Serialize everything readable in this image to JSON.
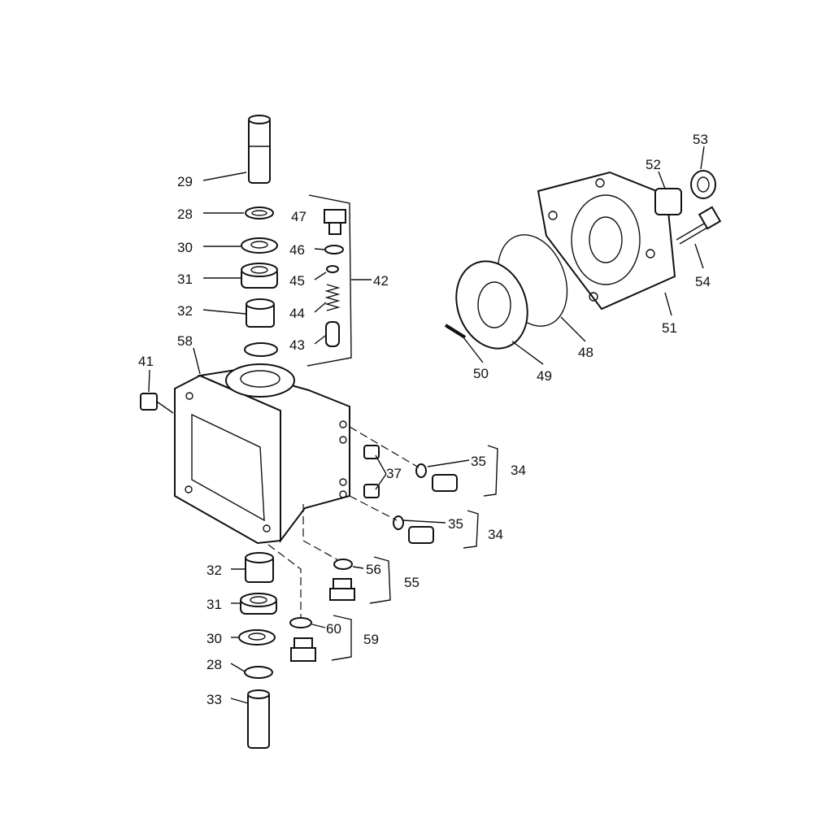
{
  "diagram": {
    "type": "exploded-parts-diagram",
    "callouts": [
      "29",
      "28",
      "30",
      "31",
      "32",
      "47",
      "46",
      "45",
      "44",
      "43",
      "42",
      "58",
      "41",
      "53",
      "52",
      "54",
      "51",
      "48",
      "49",
      "50",
      "35",
      "34",
      "37",
      "35",
      "34",
      "56",
      "55",
      "32",
      "31",
      "30",
      "60",
      "59",
      "28",
      "33"
    ]
  }
}
